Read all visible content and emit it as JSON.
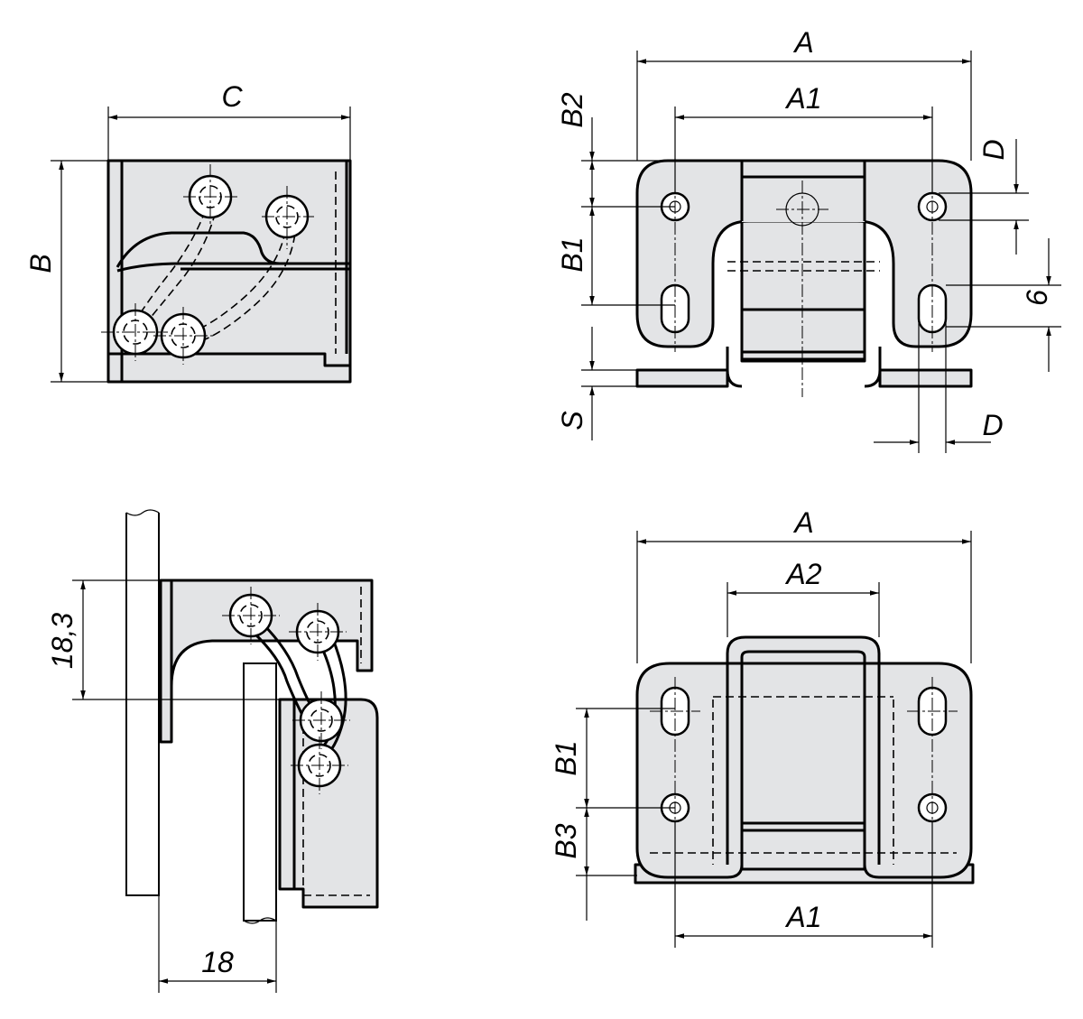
{
  "dimension_labels": {
    "view_side_top": {
      "width": "C",
      "height": "B"
    },
    "view_front_top": {
      "overall_width": "A",
      "hole_spacing": "A1",
      "top_offset": "B2",
      "hole_vertical": "B1",
      "slot_width_side": "D",
      "slot_length": "6",
      "thickness": "S",
      "slot_width_bottom": "D"
    },
    "view_side_bottom": {
      "offset_height": "18,3",
      "offset_width": "18"
    },
    "view_front_bottom": {
      "overall_width": "A",
      "knuckle_width": "A2",
      "hole_vertical": "B1",
      "bottom_offset": "B3",
      "hole_spacing": "A1"
    }
  }
}
